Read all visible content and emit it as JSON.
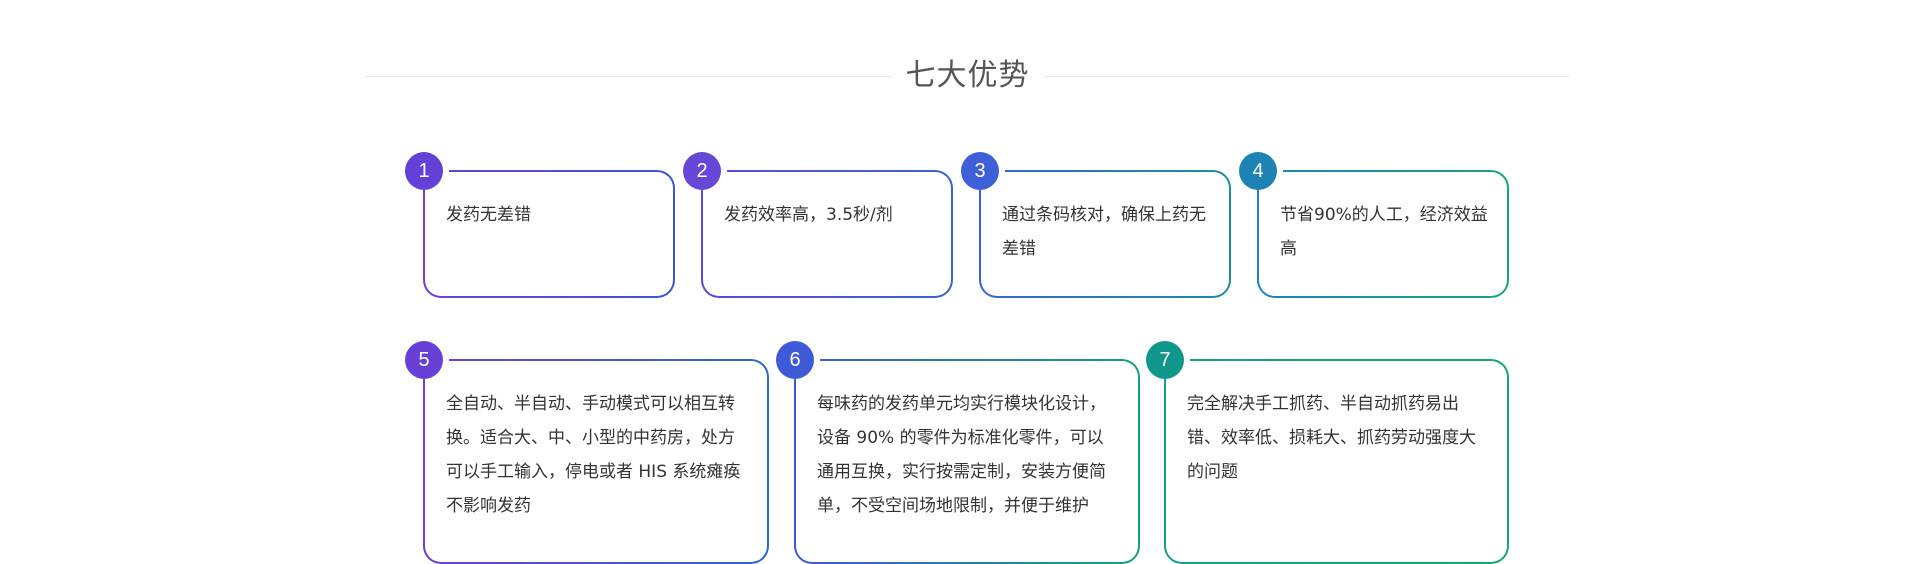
{
  "section": {
    "title": "七大优势"
  },
  "cards": [
    {
      "number": "1",
      "text": "发药无差错",
      "badge_color": "#6441d6"
    },
    {
      "number": "2",
      "text": "发药效率高，3.5秒/剂",
      "badge_color": "#6648d8"
    },
    {
      "number": "3",
      "text": "通过条码核对，确保上药无差错",
      "badge_color": "#3f5fd7"
    },
    {
      "number": "4",
      "text": "节省90%的人工，经济效益高",
      "badge_color": "#1f82b5"
    },
    {
      "number": "5",
      "text": "全自动、半自动、手动模式可以相互转换。适合大、中、小型的中药房，处方可以手工输入，停电或者 HIS 系统瘫痪不影响发药",
      "badge_color": "#6940d5"
    },
    {
      "number": "6",
      "text": "每味药的发药单元均实行模块化设计，设备 90% 的零件为标准化零件，可以通用互换，实行按需定制，安装方便简单，不受空间场地限制，并便于维护",
      "badge_color": "#3f5ad7"
    },
    {
      "number": "7",
      "text": "完全解决手工抓药、半自动抓药易出错、效率低、损耗大、抓药劳动强度大的问题",
      "badge_color": "#11968c"
    }
  ]
}
